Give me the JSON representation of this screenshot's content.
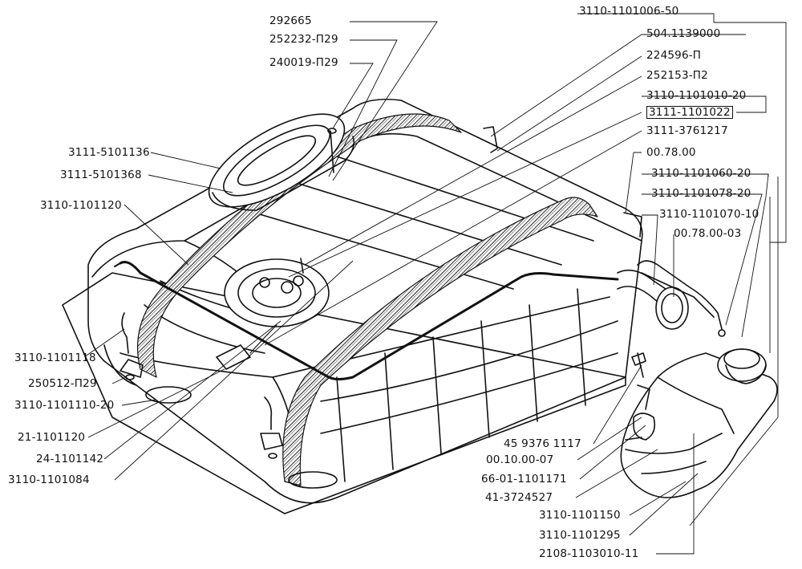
{
  "labels_top": [
    "292665",
    "252232-П29",
    "240019-П29",
    "3110-1101006-50",
    "504.1139000",
    "224596-П",
    "252153-П2",
    "3110-1101010-20",
    "3111-1101022",
    "3111-3761217",
    "00.78.00",
    "3110-1101060-20",
    "3110-1101078-20",
    "3110-1101070-10",
    "00.78.00-03"
  ],
  "labels_left": [
    "3111-5101136",
    "3111-5101368",
    "3110-1101120",
    "3110-1101118",
    "250512-П29",
    "3110-1101110-20",
    "21-1101120",
    "24-1101142",
    "3110-1101084"
  ],
  "labels_bottom_right": [
    "45 9376 1117",
    "00.10.00-07",
    "66-01-1101171",
    "41-3724527",
    "3110-1101150",
    "3110-1101295",
    "2108-1103010-11"
  ]
}
